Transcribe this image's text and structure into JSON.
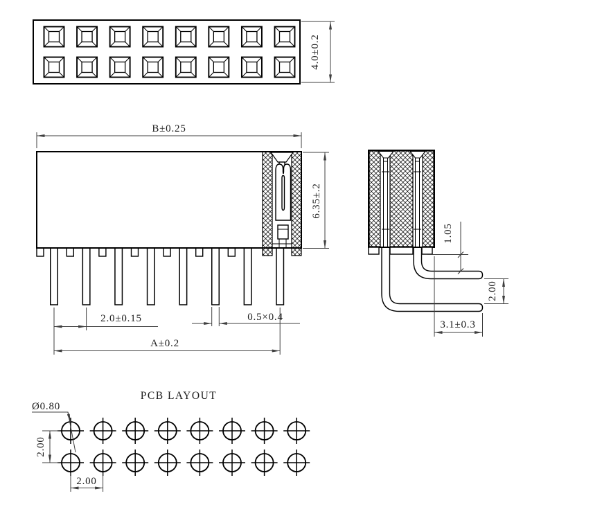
{
  "drawing": {
    "background_color": "#ffffff",
    "object_line_color": "#000000",
    "dimension_line_color": "#3f3f3f",
    "top_view": {
      "rows": 2,
      "cols": 8,
      "dim_height": "4.0±0.2"
    },
    "front_view": {
      "pin_count": 8,
      "dim_width": "B±0.25",
      "dim_height": "6.35±.2",
      "dim_pitch": "2.0±0.15",
      "dim_pin": "0.5×0.4",
      "dim_span": "A±0.2"
    },
    "side_view": {
      "dim_offset": "1.05",
      "dim_gap": "2.00",
      "dim_tail": "3.1±0.3"
    },
    "pcb_layout": {
      "title": "PCB LAYOUT",
      "rows": 2,
      "cols": 8,
      "dim_hole": "Ø0.80",
      "dim_vertical": "2.00",
      "dim_horizontal": "2.00"
    }
  }
}
